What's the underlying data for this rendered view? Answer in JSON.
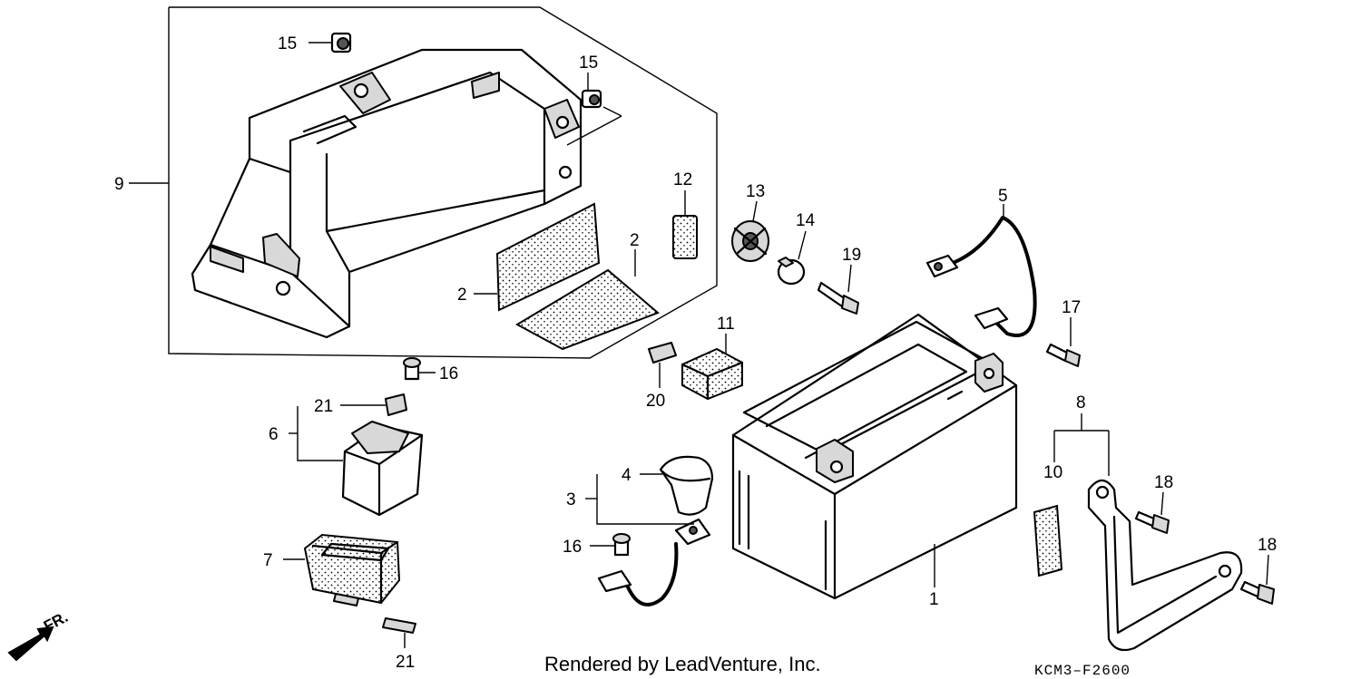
{
  "labels": {
    "n1": "1",
    "n2a": "2",
    "n2b": "2",
    "n3": "3",
    "n4": "4",
    "n5": "5",
    "n6": "6",
    "n7": "7",
    "n8": "8",
    "n9": "9",
    "n10": "10",
    "n11": "11",
    "n12": "12",
    "n13": "13",
    "n14": "14",
    "n15a": "15",
    "n15b": "15",
    "n16a": "16",
    "n16b": "16",
    "n17": "17",
    "n18a": "18",
    "n18b": "18",
    "n19": "19",
    "n20": "20",
    "n21a": "21",
    "n21b": "21"
  },
  "credit": "Rendered by LeadVenture, Inc.",
  "diagram_code": "KCM3–F2600",
  "direction_label": "FR."
}
